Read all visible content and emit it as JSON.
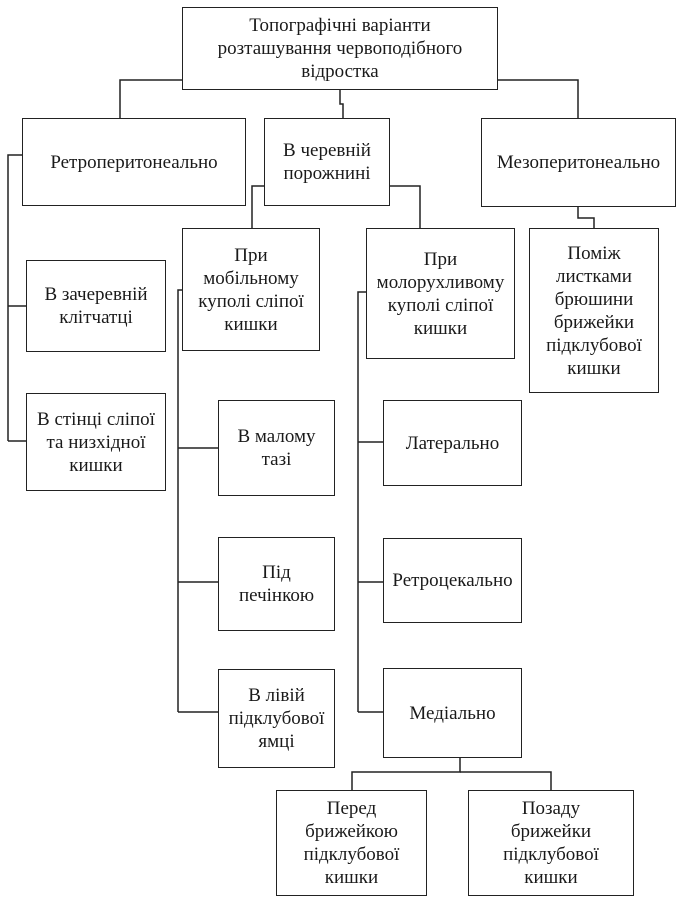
{
  "diagram": {
    "root": "Топографічні варіанти\nрозташування червоподібного\nвідростка",
    "retro": "Ретроперитонеально",
    "abdominal": "В черевній\nпорожнині",
    "meso": "Мезоперитонеально",
    "retro_children": {
      "retroperitoneal_tissue": "В зачеревній\nклітчатці",
      "cecum_wall": "В стінці сліпої\nта низхідної\nкишки"
    },
    "mobile": "При\nмобільному\nкуполі сліпої\nкишки",
    "lowmobile": "При\nмолорухливому\nкуполі сліпої\nкишки",
    "meso_child": "Поміж\nлистками\nбрюшини\nбрижейки\nпідклубової\nкишки",
    "mobile_children": {
      "pelvis": "В малому\nтазі",
      "liver": "Під\nпечінкою",
      "left_fossa": "В лівій\nпідклубової\nямці"
    },
    "lowmobile_children": {
      "lateral": "Латерально",
      "retrocecal": "Ретроцекально",
      "medial": "Медіально"
    },
    "medial_children": {
      "front": "Перед\nбрижейкою\nпідклубової\nкишки",
      "behind": "Позаду\nбрижейки\nпідклубової\nкишки"
    }
  }
}
